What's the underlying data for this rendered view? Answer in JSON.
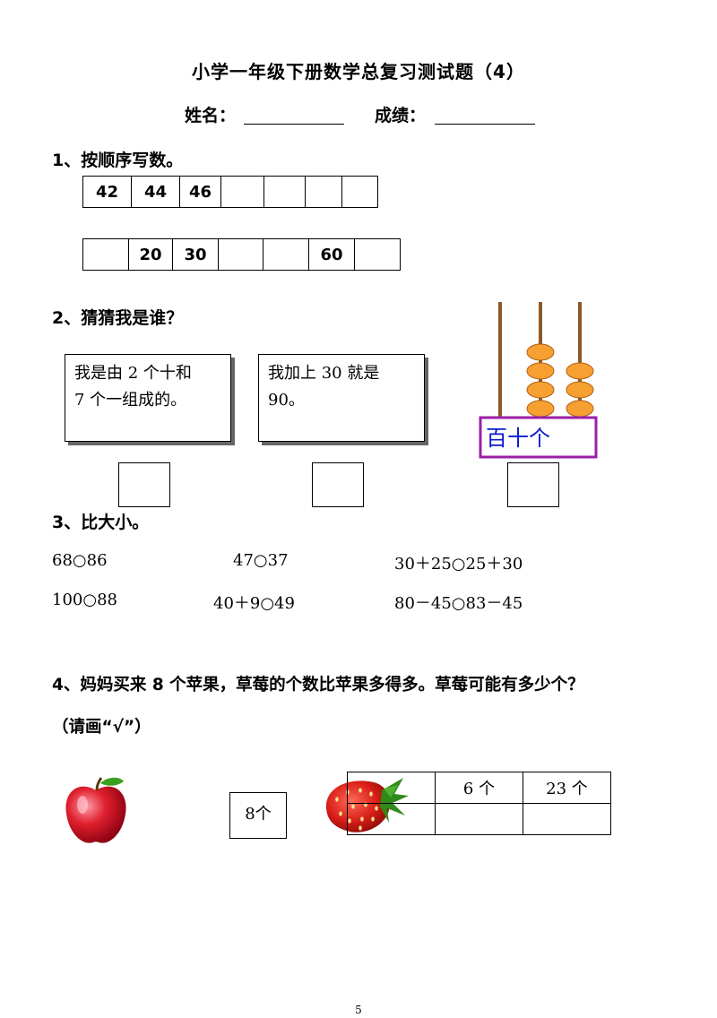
{
  "title": "小学一年级下册数学总复习测试题（4）",
  "header": {
    "name_label": "姓名：",
    "score_label": "成绩："
  },
  "q1": {
    "heading": "1、按顺序写数。",
    "row1": [
      "42",
      "44",
      "46",
      "",
      "",
      "",
      ""
    ],
    "row2": [
      "",
      "20",
      "30",
      "",
      "",
      "60",
      ""
    ]
  },
  "q2": {
    "heading": "2、猜猜我是谁？",
    "riddle1": [
      "我是由 2 个十和",
      "7 个一组成的。"
    ],
    "riddle2": [
      "我加上 30 就是",
      "90。"
    ],
    "abacus": {
      "label": "百十个",
      "tens_beads": 4,
      "ones_beads": 3
    }
  },
  "q3": {
    "heading": "3、比大小。",
    "items": [
      "68○86",
      "47○37",
      "30＋25○25＋30",
      "100○88",
      "40＋9○49",
      "80－45○83－45"
    ]
  },
  "q4": {
    "heading": "4、妈妈买来 8 个苹果，草莓的个数比苹果多得多。草莓可能有多少个？",
    "subheading": "（请画“√”）",
    "apple_count": "8个",
    "options": [
      "6 个",
      "23 个"
    ]
  },
  "page_number": "5"
}
